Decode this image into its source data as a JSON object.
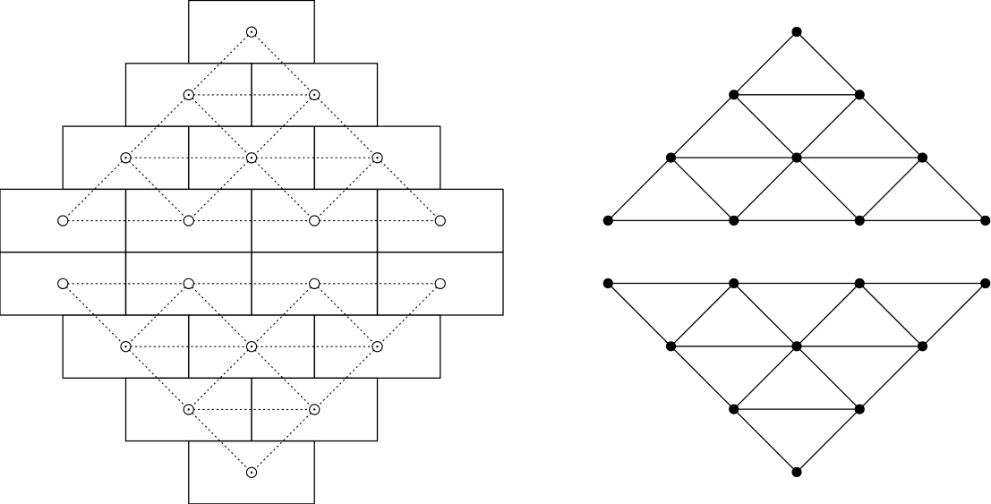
{
  "diagram": {
    "colors": {
      "line": "#000000",
      "background": "#ffffff"
    },
    "left_figure": {
      "kind": "rectangle-tiling-with-dotted-dual-graph",
      "row_cell_counts": [
        1,
        2,
        3,
        4,
        4,
        3,
        2,
        1
      ],
      "dual_vertex_style": "hollow-circle",
      "dual_vertex_marker": "center-dot",
      "row_markers": [
        [
          "dot"
        ],
        [
          "dot",
          "dot"
        ],
        [
          "dot",
          "dot",
          "dot"
        ],
        [
          "none",
          "none",
          "none",
          "none"
        ],
        [
          "none",
          "none",
          "none",
          "none"
        ],
        [
          "dot",
          "dot",
          "dot"
        ],
        [
          "dot",
          "dot"
        ],
        [
          "dot"
        ]
      ],
      "dual_edge_style": "dotted"
    },
    "right_figure": {
      "kind": "triangular-grid-graphs",
      "vertex_style": "filled",
      "edge_style": "solid",
      "upper_graph": {
        "orientation": "apex-up",
        "row_vertex_counts": [
          1,
          2,
          3,
          4
        ]
      },
      "lower_graph": {
        "orientation": "apex-down",
        "row_vertex_counts": [
          4,
          3,
          2,
          1
        ]
      }
    }
  }
}
